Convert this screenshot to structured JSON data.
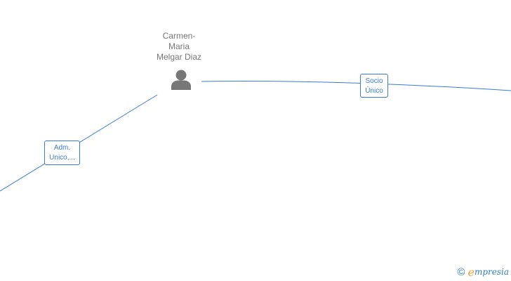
{
  "person": {
    "name_lines": [
      "Carmen-",
      "Maria",
      "Melgar Diaz"
    ],
    "icon": "person-silhouette-icon"
  },
  "relations": [
    {
      "label_lines": [
        "Adm.",
        "Unico,..."
      ],
      "direction": "lower-left"
    },
    {
      "label_lines": [
        "Socio",
        "Único"
      ],
      "direction": "right"
    }
  ],
  "watermark": {
    "copyright_symbol": "©",
    "brand_first": "e",
    "brand_rest": "mpresia"
  },
  "colors": {
    "edge": "#3a7bd5",
    "person_icon": "#777777",
    "person_text": "#777777",
    "brand_accent": "#f0a030",
    "brand_blue": "#2f7fbf"
  }
}
